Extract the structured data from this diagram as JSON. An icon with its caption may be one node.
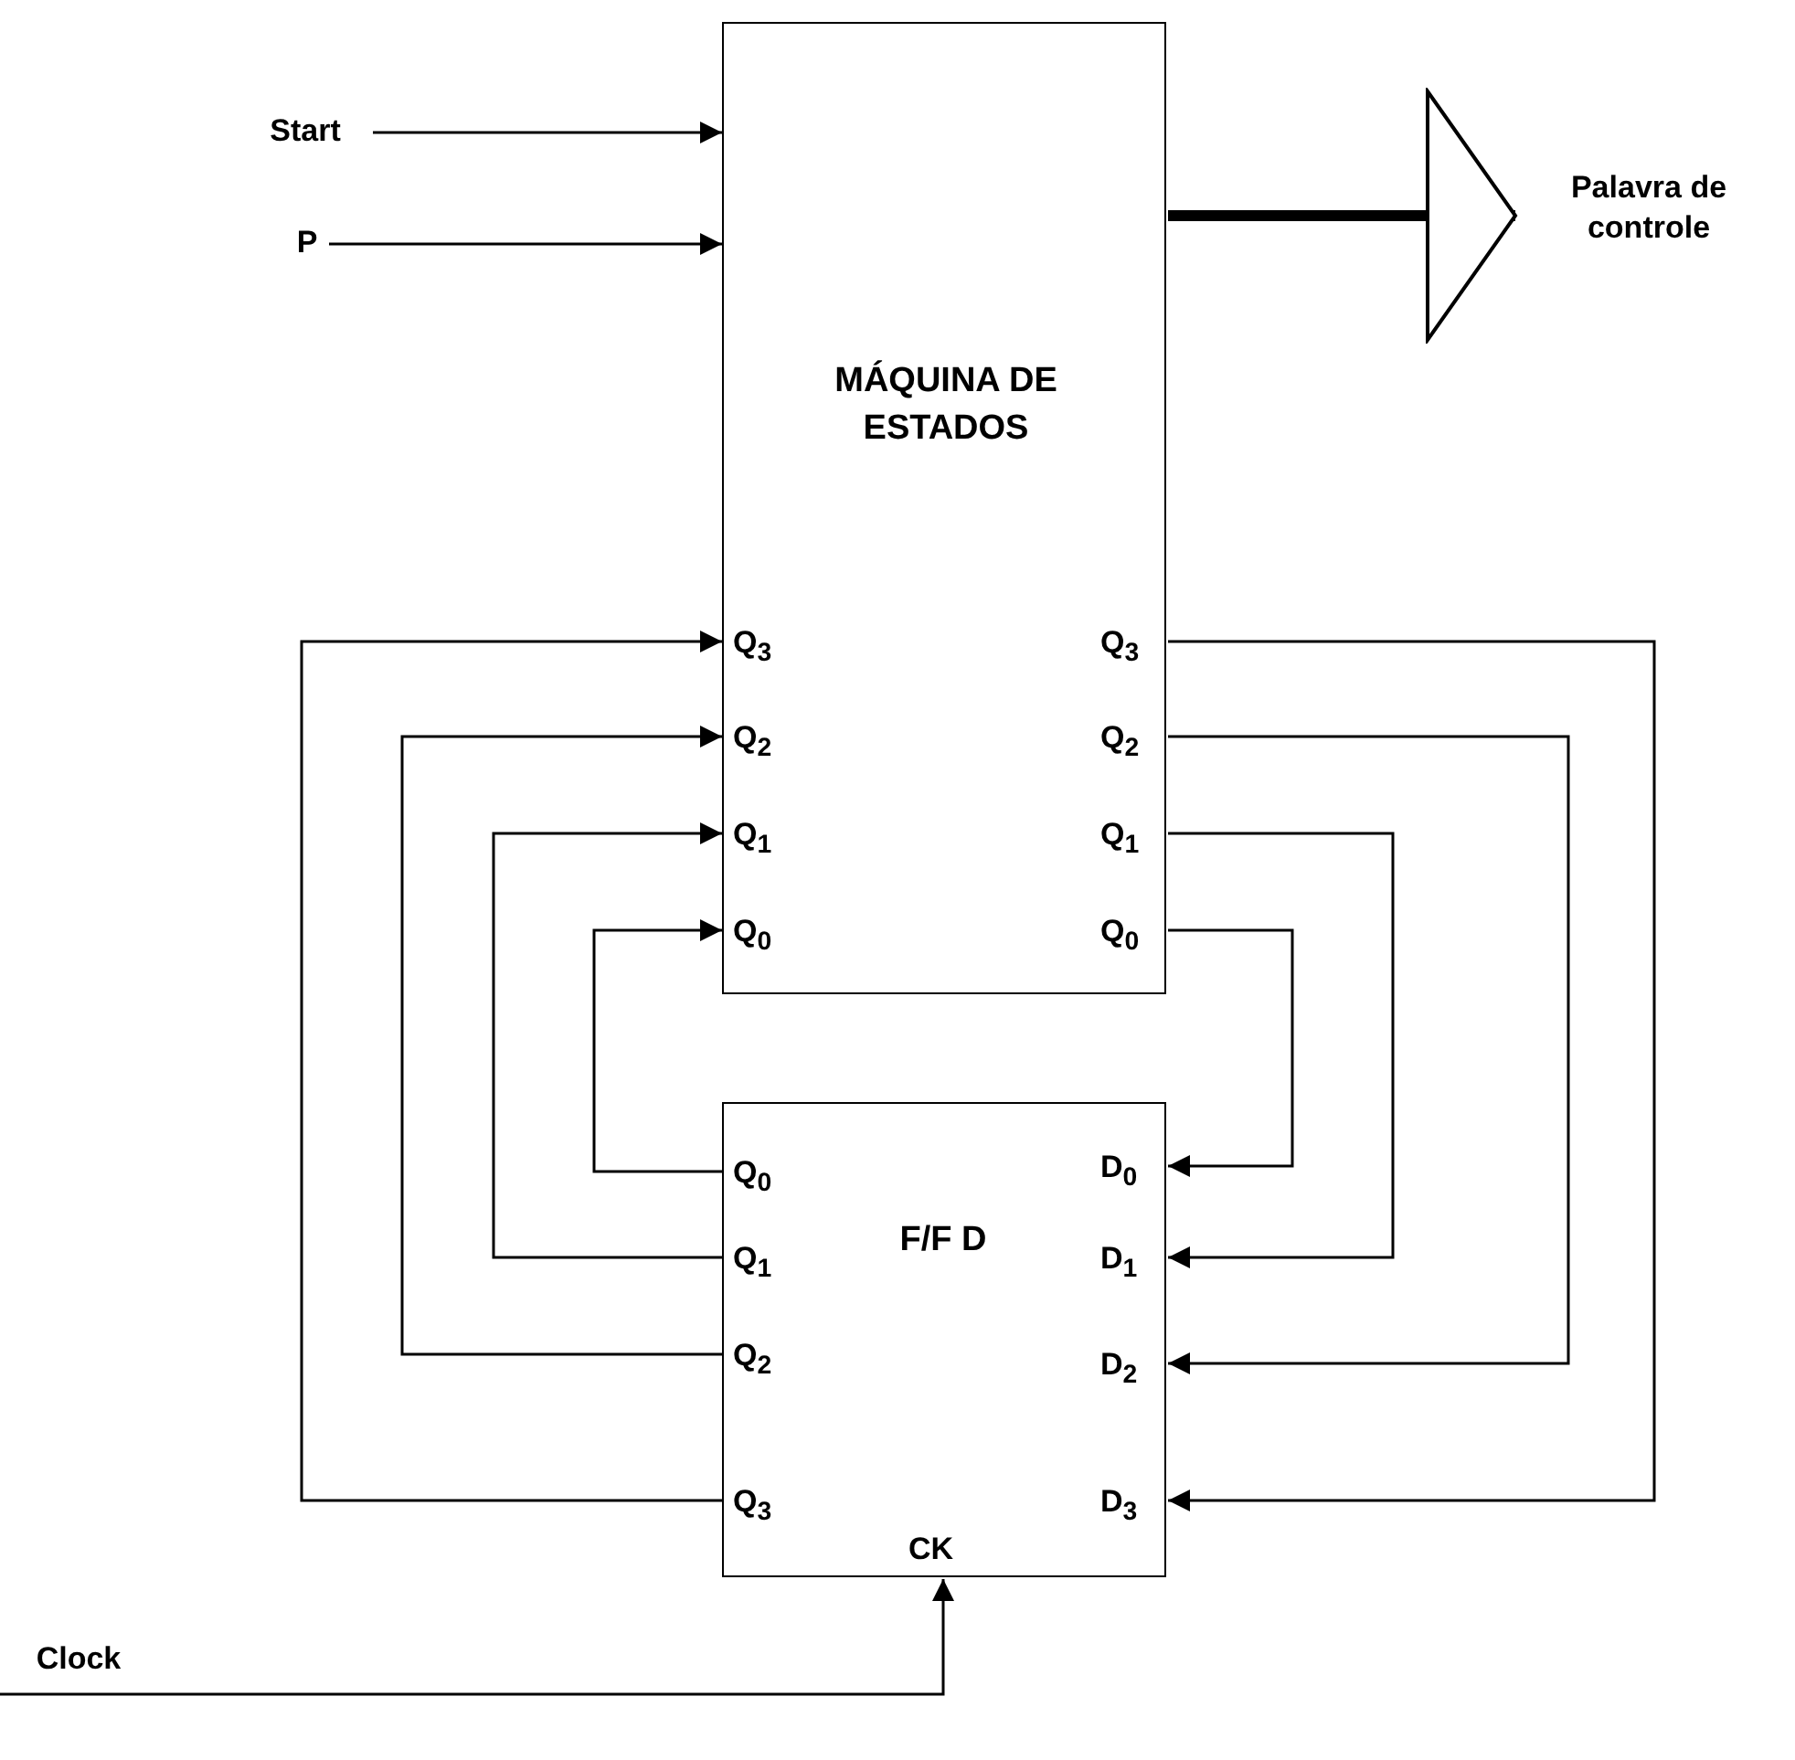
{
  "diagram": {
    "nodes": [
      {
        "text": [
          "MÁQUINA DE ESTADOS"
        ]
      },
      {
        "text": [
          "Start"
        ]
      },
      {
        "text": [
          "P"
        ]
      },
      {
        "text": [
          "Palavra de controle"
        ]
      },
      {
        "text": [
          "Q$_{3}$"
        ],
        "in": 0
      },
      {
        "text": [
          "Q$_{2}$"
        ],
        "in": 0
      },
      {
        "text": [
          "Q$_{1}$"
        ],
        "in": 0
      },
      {
        "text": [
          "Q$_{0}$"
        ],
        "in": 0
      },
      {
        "text": [
          "Q$_{3}$"
        ],
        "in": 0
      },
      {
        "text": [
          "Q$_{2}$"
        ],
        "in": 0
      },
      {
        "text": [
          "Q$_{1}$"
        ],
        "in": 0
      },
      {
        "text": [
          "Q$_{0}$"
        ],
        "in": 0
      },
      {
        "text": [
          "F/F D"
        ]
      },
      {
        "text": [
          "Q$_{0}$"
        ],
        "in": 12
      },
      {
        "text": [
          "Q$_{1}$"
        ],
        "in": 12
      },
      {
        "text": [
          "Q$_{2}$"
        ],
        "in": 12
      },
      {
        "text": [
          "Q$_{3}$"
        ],
        "in": 12
      },
      {
        "text": [
          "D$_{0}$"
        ],
        "in": 12
      },
      {
        "text": [
          "D$_{1}$"
        ],
        "in": 12
      },
      {
        "text": [
          "D$_{2}$"
        ],
        "in": 12
      },
      {
        "text": [
          "D$_{3}$"
        ],
        "in": 12
      },
      {
        "text": [
          "CK"
        ],
        "in": 12
      },
      {
        "text": [
          "Clock"
        ]
      }
    ],
    "edges": [
      {
        "from": 1,
        "to": 0,
        "arrow": "to"
      },
      {
        "from": 2,
        "to": 0,
        "arrow": "to"
      },
      {
        "from": 0,
        "to": 3,
        "arrow": "to",
        "style": "thick"
      },
      {
        "from": 13,
        "to": 7,
        "arrow": "to"
      },
      {
        "from": 14,
        "to": 6,
        "arrow": "to"
      },
      {
        "from": 15,
        "to": 5,
        "arrow": "to"
      },
      {
        "from": 16,
        "to": 4,
        "arrow": "to"
      },
      {
        "from": 8,
        "to": 20,
        "arrow": "to"
      },
      {
        "from": 9,
        "to": 19,
        "arrow": "to"
      },
      {
        "from": 10,
        "to": 18,
        "arrow": "to"
      },
      {
        "from": 11,
        "to": 17,
        "arrow": "to"
      },
      {
        "from": 22,
        "to": 21,
        "arrow": "to"
      }
    ]
  }
}
